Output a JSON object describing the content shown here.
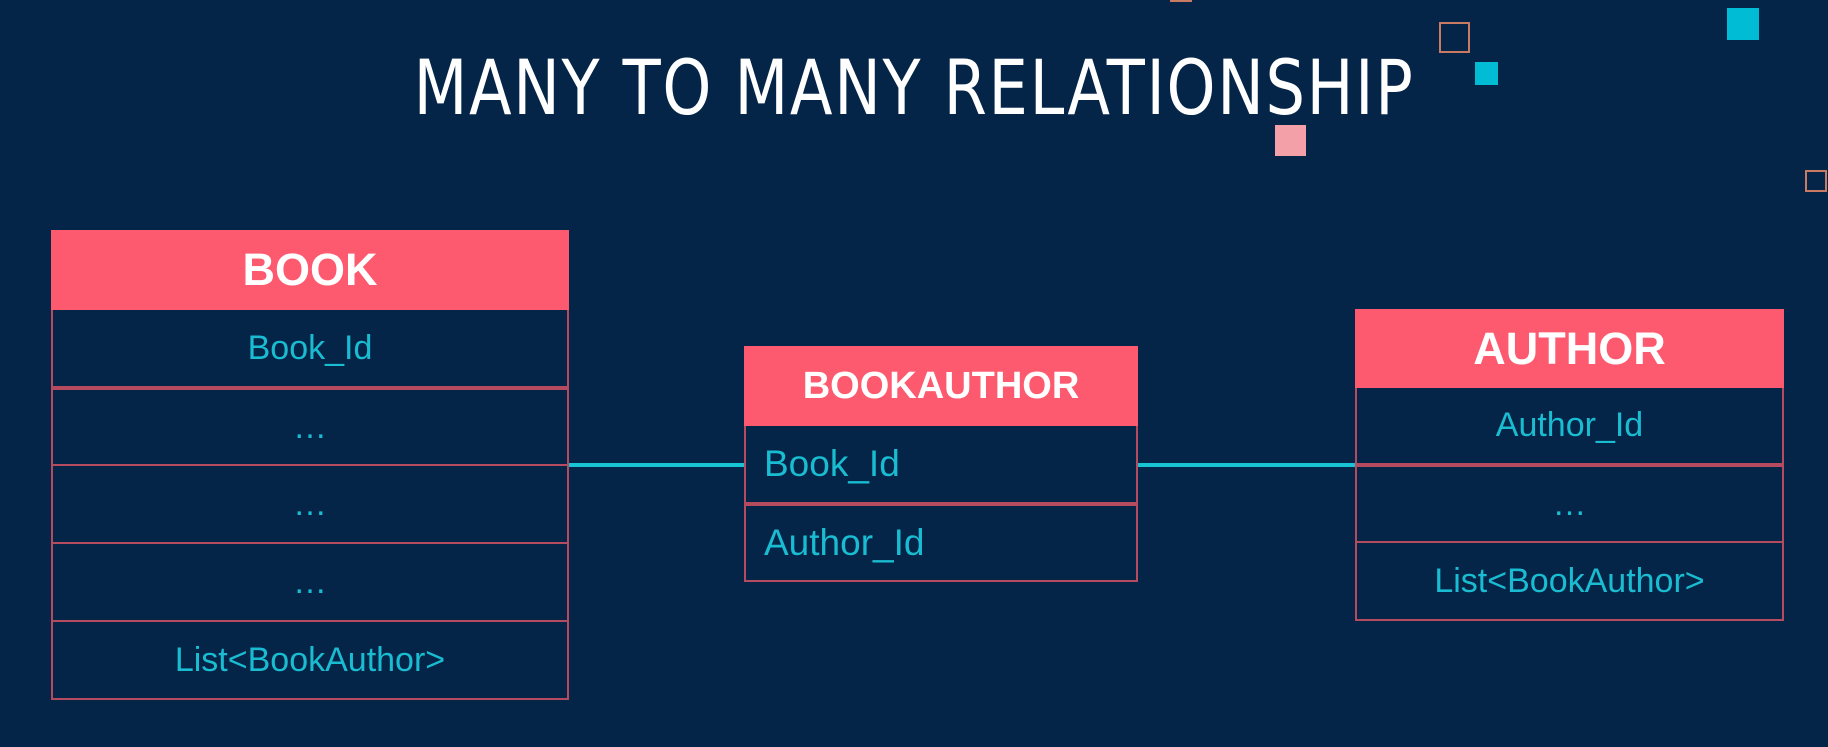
{
  "title": "MANY TO MANY RELATIONSHIP",
  "colors": {
    "background": "#042448",
    "header": "#fd5a6f",
    "border": "#b64a5e",
    "field_text": "#19bcd0",
    "connector": "#19c3d6",
    "deco_pink": "#f4a0a9",
    "deco_cyan": "#00bcd4",
    "deco_outline": "#c87a63"
  },
  "entities": {
    "book": {
      "name": "BOOK",
      "fields": [
        "Book_Id",
        "…",
        "…",
        "…",
        "List<BookAuthor>"
      ]
    },
    "bookauthor": {
      "name": "BOOKAUTHOR",
      "fields": [
        "Book_Id",
        "Author_Id"
      ]
    },
    "author": {
      "name": "AUTHOR",
      "fields": [
        "Author_Id",
        "…",
        "List<BookAuthor>"
      ]
    }
  }
}
